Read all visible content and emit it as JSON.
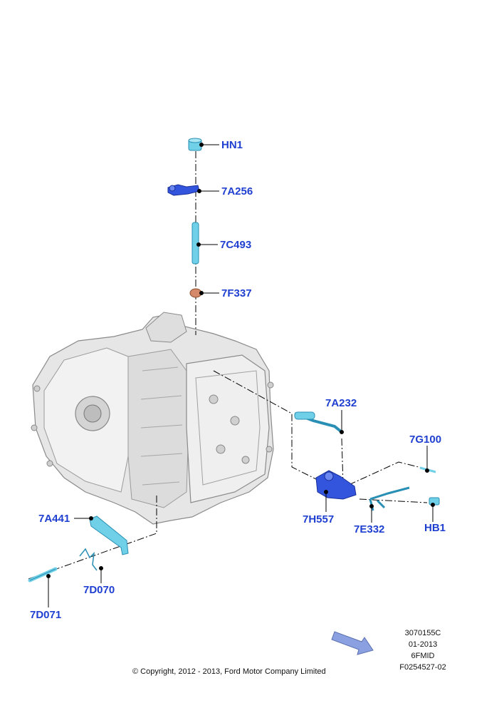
{
  "colors": {
    "label": "#1f3fd0",
    "part_fill": "#6fd0e8",
    "part_dark": "#2a8fb4",
    "part_blue": "#3355dd",
    "washer": "#d48a6a",
    "housing": "#e6e6e6",
    "housing_edge": "#8a8a8a",
    "leader": "#000000",
    "arrow": "#8aa0e0"
  },
  "icons": {
    "direction_arrow": "direction-arrow-icon"
  },
  "parts": [
    {
      "id": "HN1",
      "label": "HN1"
    },
    {
      "id": "7A256",
      "label": "7A256"
    },
    {
      "id": "7C493",
      "label": "7C493"
    },
    {
      "id": "7F337",
      "label": "7F337"
    },
    {
      "id": "7A232",
      "label": "7A232"
    },
    {
      "id": "7G100",
      "label": "7G100"
    },
    {
      "id": "7H557",
      "label": "7H557"
    },
    {
      "id": "7E332",
      "label": "7E332"
    },
    {
      "id": "HB1",
      "label": "HB1"
    },
    {
      "id": "7A441",
      "label": "7A441"
    },
    {
      "id": "7D070",
      "label": "7D070"
    },
    {
      "id": "7D071",
      "label": "7D071"
    }
  ],
  "reference": {
    "line1": "3070155C",
    "line2": "01-2013",
    "line3": "6FMID",
    "line4": "F0254527-02"
  },
  "copyright": "© Copyright, 2012 - 2013, Ford Motor Company Limited"
}
